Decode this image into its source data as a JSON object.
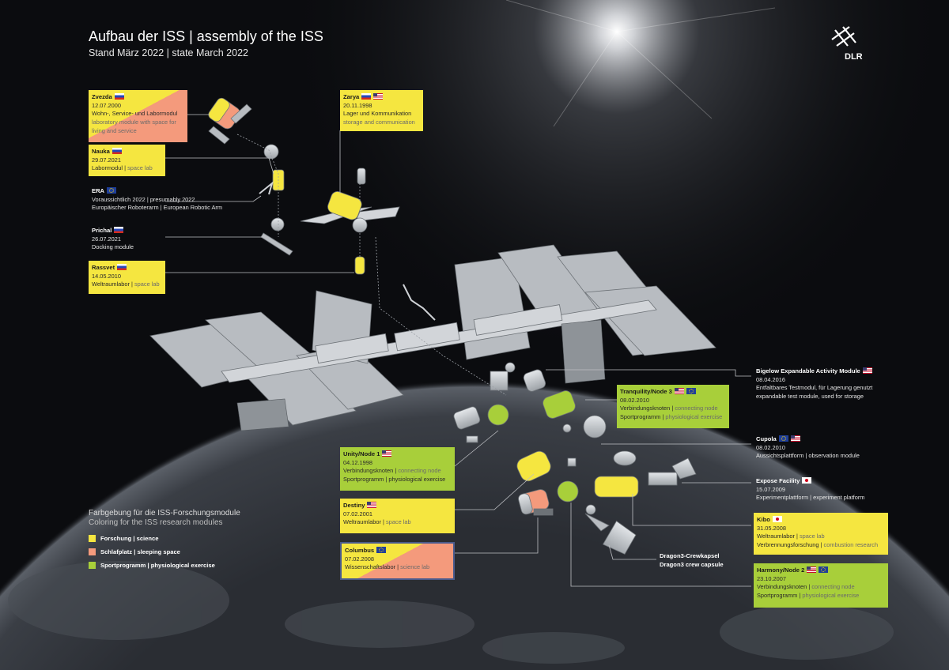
{
  "header": {
    "title": "Aufbau der ISS | assembly of the ISS",
    "subtitle": "Stand März 2022 | state March 2022",
    "logo_text": "DLR"
  },
  "modules": {
    "zvezda": {
      "name": "Zvezda",
      "date": "12.07.2000",
      "line1_de": "Wohn-, Service- und Labormodul",
      "line2_en": "laboratory module with space for living and service"
    },
    "nauka": {
      "name": "Nauka",
      "date": "29.07.2021",
      "desc_de": "Labormodul",
      "desc_en": "space lab"
    },
    "era": {
      "name": "ERA",
      "line1": "Voraussichtlich 2022 | presumably 2022",
      "line2": "Europäischer Roboterarm | European Robotic Arm"
    },
    "prichal": {
      "name": "Prichal",
      "date": "26.07.2021",
      "desc": "Docking module"
    },
    "rassvet": {
      "name": "Rassvet",
      "date": "14.05.2010",
      "desc_de": "Weltraumlabor",
      "desc_en": "space lab"
    },
    "zarya": {
      "name": "Zarya",
      "date": "20.11.1998",
      "desc_de": "Lager und Kommunikation",
      "desc_en": "storage and communication"
    },
    "bigelow": {
      "name": "Bigelow Expandable Activity Module",
      "date": "08.04.2016",
      "line1": "Entfaltbares Testmodul, für Lagerung genutzt",
      "line2": "expandable test module, used for storage"
    },
    "tranquility": {
      "name": "Tranquility/Node 3",
      "date": "08.02.2010",
      "line1_de": "Verbindungsknoten",
      "line1_en": "connecting node",
      "line2_de": "Sportprogramm",
      "line2_en": "physiological exercise"
    },
    "cupola": {
      "name": "Cupola",
      "date": "08.02.2010",
      "desc": "Aussichtsplattform | observation module"
    },
    "expose": {
      "name": "Expose Facility",
      "date": "15.07.2009",
      "desc": "Experimentplattform | experiment platform"
    },
    "unity": {
      "name": "Unity/Node 1",
      "date": "04.12.1998",
      "line1_de": "Verbindungsknoten",
      "line1_en": "connecting node",
      "line2_de": "Sportprogramm",
      "line2_en": "physiological exercise"
    },
    "destiny": {
      "name": "Destiny",
      "date": "07.02.2001",
      "desc_de": "Weltraumlabor",
      "desc_en": "space lab"
    },
    "columbus": {
      "name": "Columbus",
      "date": "07.02.2008",
      "desc_de": "Wissenschaftslabor",
      "desc_en": "science lab"
    },
    "kibo": {
      "name": "Kibo",
      "date": "31.05.2008",
      "line1_de": "Weltraumlabor",
      "line1_en": "space lab",
      "line2_de": "Verbrennungsforschung",
      "line2_en": "combustion research"
    },
    "dragon": {
      "line1": "Dragon3-Crewkapsel",
      "line2": "Dragon3 crew capsule"
    },
    "harmony": {
      "name": "Harmony/Node 2",
      "date": "23.10.2007",
      "line1_de": "Verbindungsknoten",
      "line1_en": "connecting node",
      "line2_de": "Sportprogramm",
      "line2_en": "physiological exercise"
    }
  },
  "legend": {
    "title": "Farbgebung für die ISS-Forschungsmodule",
    "subtitle": "Coloring for the ISS research modules",
    "items": [
      {
        "de": "Forschung",
        "en": "science",
        "color": "#f5e640"
      },
      {
        "de": "Schlafplatz",
        "en": "sleeping space",
        "color": "#f49a7c"
      },
      {
        "de": "Sportprogramm",
        "en": "physiological exercise",
        "color": "#a8cf3a"
      }
    ]
  },
  "colors": {
    "science": "#f5e640",
    "sleeping": "#f49a7c",
    "exercise": "#a8cf3a",
    "module_grey": "#c9cdd2"
  }
}
